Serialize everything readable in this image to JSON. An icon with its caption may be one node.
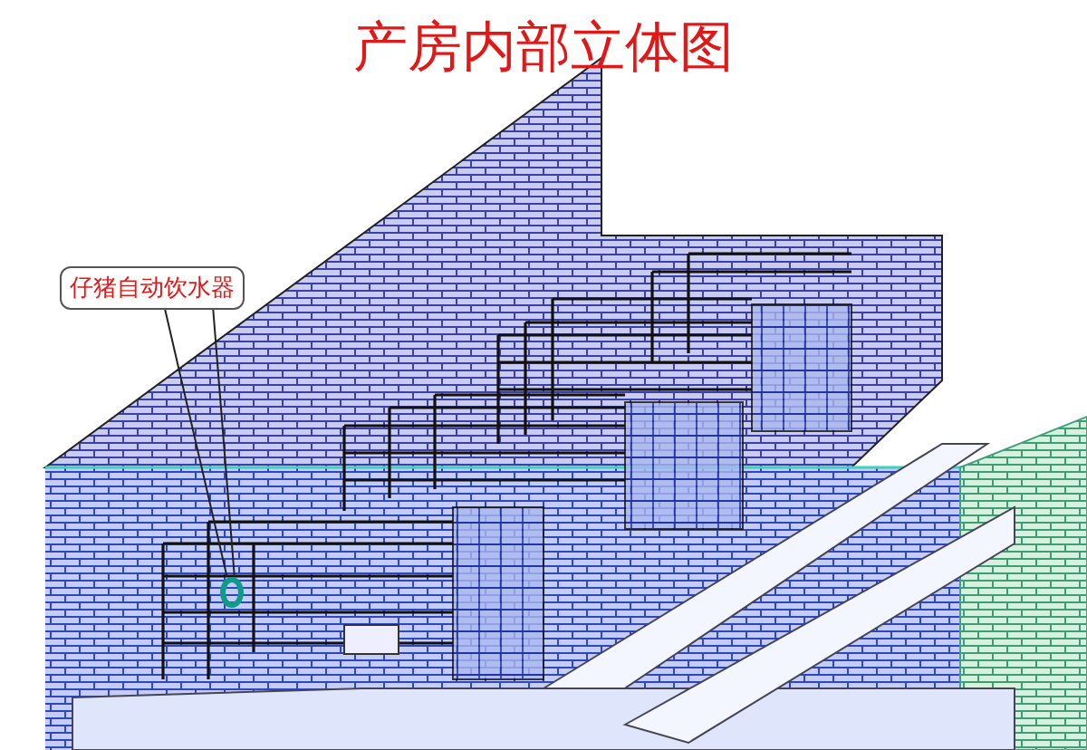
{
  "diagram": {
    "title": "产房内部立体图",
    "nodes": [
      {
        "text": [
          "仔猪自动饮水器"
        ]
      },
      {
        "text": [],
        "shape": "circle"
      }
    ],
    "edges": [
      {
        "from": 0,
        "to": 1,
        "arrow": "none"
      }
    ]
  }
}
